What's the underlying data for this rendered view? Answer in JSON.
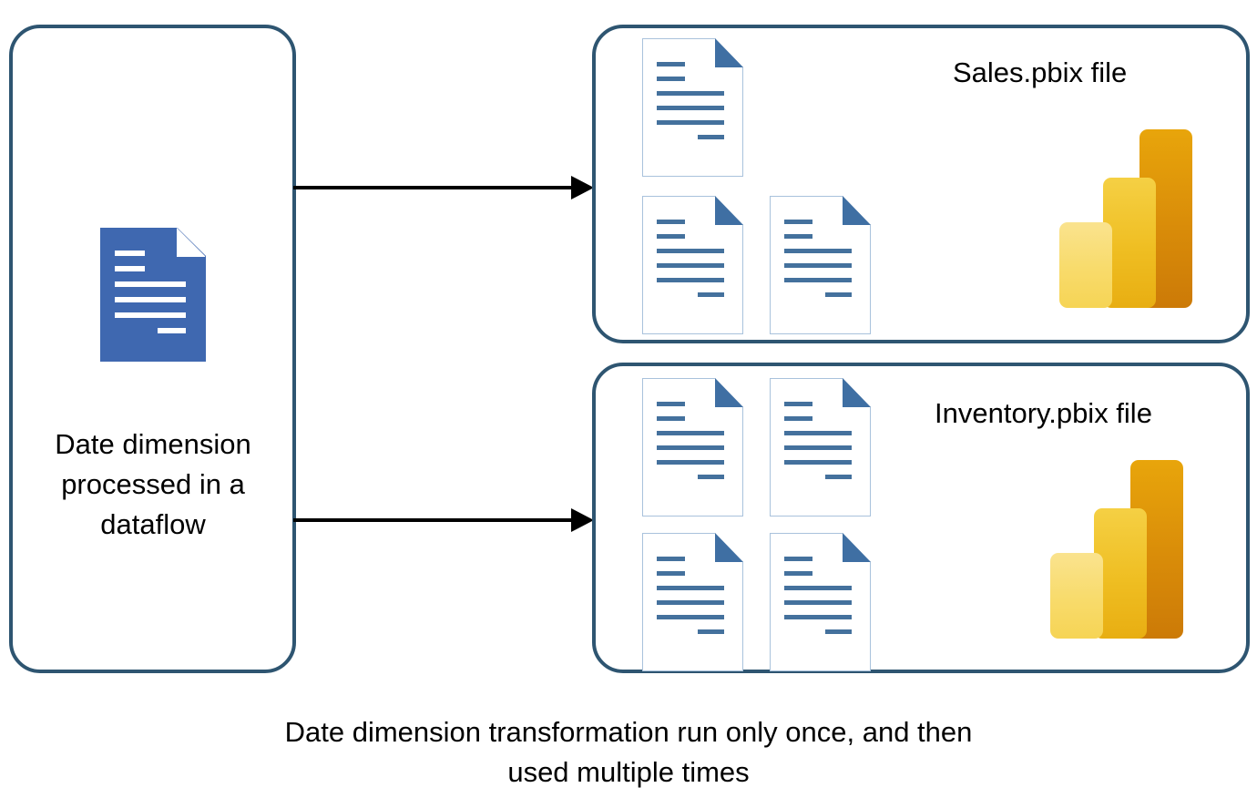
{
  "diagram": {
    "title": "Date dimension dataflow reuse diagram",
    "colors": {
      "box_border": "#2E5571",
      "doc_outline_border": "#A9C2DC",
      "doc_line": "#44719D",
      "doc_fold": "#3F6FA3",
      "doc_solid_fill": "#3F68B0",
      "arrow": "#000000",
      "pbi_bar_light": "#F8DB6B",
      "pbi_bar_gold": "#EFBE22",
      "pbi_bar_amber": "#D98C09",
      "text": "#000000"
    }
  },
  "source": {
    "icon": "document-solid-icon",
    "caption": "Date dimension processed in a dataflow"
  },
  "arrows": [
    {
      "name": "arrow-to-sales",
      "direction": "right"
    },
    {
      "name": "arrow-to-inventory",
      "direction": "right"
    }
  ],
  "targets": [
    {
      "id": "sales",
      "title": "Sales.pbix file",
      "document_count": 3,
      "logo": "power-bi-logo"
    },
    {
      "id": "inventory",
      "title": "Inventory.pbix file",
      "document_count": 4,
      "logo": "power-bi-logo"
    }
  ],
  "footer": {
    "caption": "Date dimension transformation run only once, and then used multiple times"
  }
}
